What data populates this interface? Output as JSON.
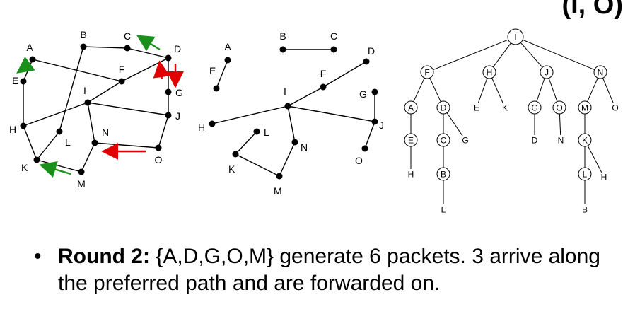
{
  "title_fragment": "(I, O)",
  "graph_original": {
    "nodes": [
      {
        "id": "A"
      },
      {
        "id": "B"
      },
      {
        "id": "C"
      },
      {
        "id": "D"
      },
      {
        "id": "E"
      },
      {
        "id": "F"
      },
      {
        "id": "G"
      },
      {
        "id": "H"
      },
      {
        "id": "I"
      },
      {
        "id": "J"
      },
      {
        "id": "K"
      },
      {
        "id": "L"
      },
      {
        "id": "M"
      },
      {
        "id": "N"
      },
      {
        "id": "O"
      }
    ],
    "edges": [
      [
        "A",
        "E"
      ],
      [
        "A",
        "F"
      ],
      [
        "B",
        "C"
      ],
      [
        "C",
        "D"
      ],
      [
        "B",
        "L"
      ],
      [
        "L",
        "K"
      ],
      [
        "D",
        "F"
      ],
      [
        "D",
        "G"
      ],
      [
        "F",
        "I"
      ],
      [
        "I",
        "H"
      ],
      [
        "I",
        "J"
      ],
      [
        "I",
        "N"
      ],
      [
        "G",
        "J"
      ],
      [
        "J",
        "O"
      ],
      [
        "E",
        "H"
      ],
      [
        "H",
        "K"
      ],
      [
        "K",
        "M"
      ],
      [
        "M",
        "N"
      ],
      [
        "N",
        "O"
      ]
    ],
    "arrows": [
      {
        "near": "D-to-C",
        "color": "#1a8f1a"
      },
      {
        "near": "A-to-E",
        "color": "#1a8f1a"
      },
      {
        "near": "M-to-K",
        "color": "#1a8f1a"
      },
      {
        "near": "D-up",
        "color": "#e00000"
      },
      {
        "near": "D-down",
        "color": "#e00000"
      },
      {
        "near": "O-to-N",
        "color": "#e00000"
      }
    ]
  },
  "graph_pruned": {
    "edges": [
      [
        "A",
        "E"
      ],
      [
        "B",
        "C"
      ],
      [
        "D",
        "F"
      ],
      [
        "F",
        "I"
      ],
      [
        "I",
        "H"
      ],
      [
        "I",
        "J"
      ],
      [
        "I",
        "N"
      ],
      [
        "G",
        "J"
      ],
      [
        "J",
        "O"
      ],
      [
        "N",
        "M"
      ],
      [
        "M",
        "K"
      ],
      [
        "K",
        "L"
      ]
    ]
  },
  "tree": {
    "root": "I",
    "children": {
      "I": [
        "F",
        "H",
        "J",
        "N"
      ],
      "F": [
        "A",
        "D"
      ],
      "H": [
        "E",
        "K"
      ],
      "J": [
        "G",
        "O"
      ],
      "N": [
        "M",
        "O"
      ],
      "A": [
        "E"
      ],
      "E": [
        "H"
      ],
      "D": [
        "C",
        "G"
      ],
      "C": [
        "B"
      ],
      "B": [
        "L"
      ],
      "G": [
        "D"
      ],
      "O": [
        "N"
      ],
      "M": [
        "K"
      ],
      "K": [
        "L",
        "H"
      ],
      "L": [
        "B"
      ]
    },
    "circled": [
      "I",
      "F",
      "H",
      "J",
      "N",
      "A",
      "D",
      "G",
      "O",
      "M",
      "E",
      "C",
      "K",
      "B",
      "L"
    ]
  },
  "bullet": {
    "label": "Round 2:",
    "text": " {A,D,G,O,M} generate 6 packets. 3 arrive along the preferred path and are forwarded on."
  }
}
